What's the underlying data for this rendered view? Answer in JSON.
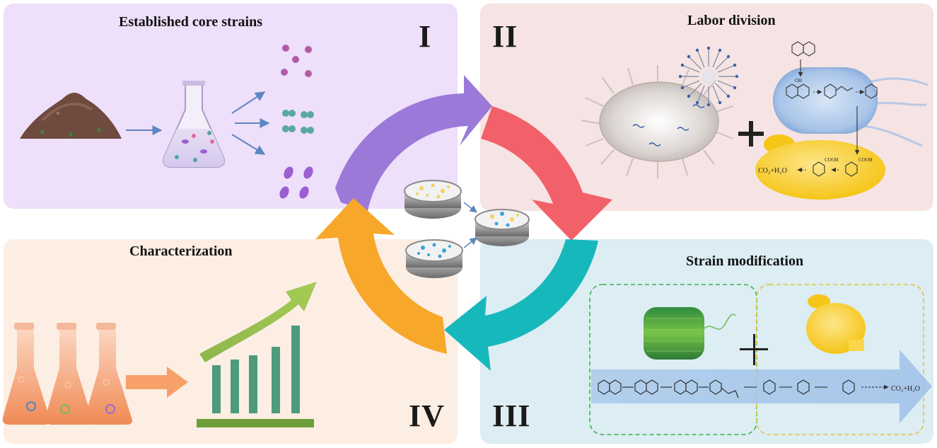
{
  "panels": {
    "core_strains": {
      "title": "Established core strains",
      "numeral": "I",
      "color": "#eedffa"
    },
    "labor_division": {
      "title": "Labor division",
      "numeral": "II",
      "color": "#f5e4e3"
    },
    "strain_modification": {
      "title": "Strain modification",
      "numeral": "III",
      "color": "#dcedf3"
    },
    "characterization": {
      "title": "Characterization",
      "numeral": "IV",
      "color": "#fdeee4"
    }
  },
  "chemistry": {
    "co2_h2o": "CO₂+H₂O",
    "oh": "OH",
    "cooh": "COOH"
  },
  "cycle_colors": {
    "arrow_I": "#9b79d8",
    "arrow_II": "#f2616a",
    "arrow_III": "#17b8bc",
    "arrow_IV": "#f7a82a"
  }
}
